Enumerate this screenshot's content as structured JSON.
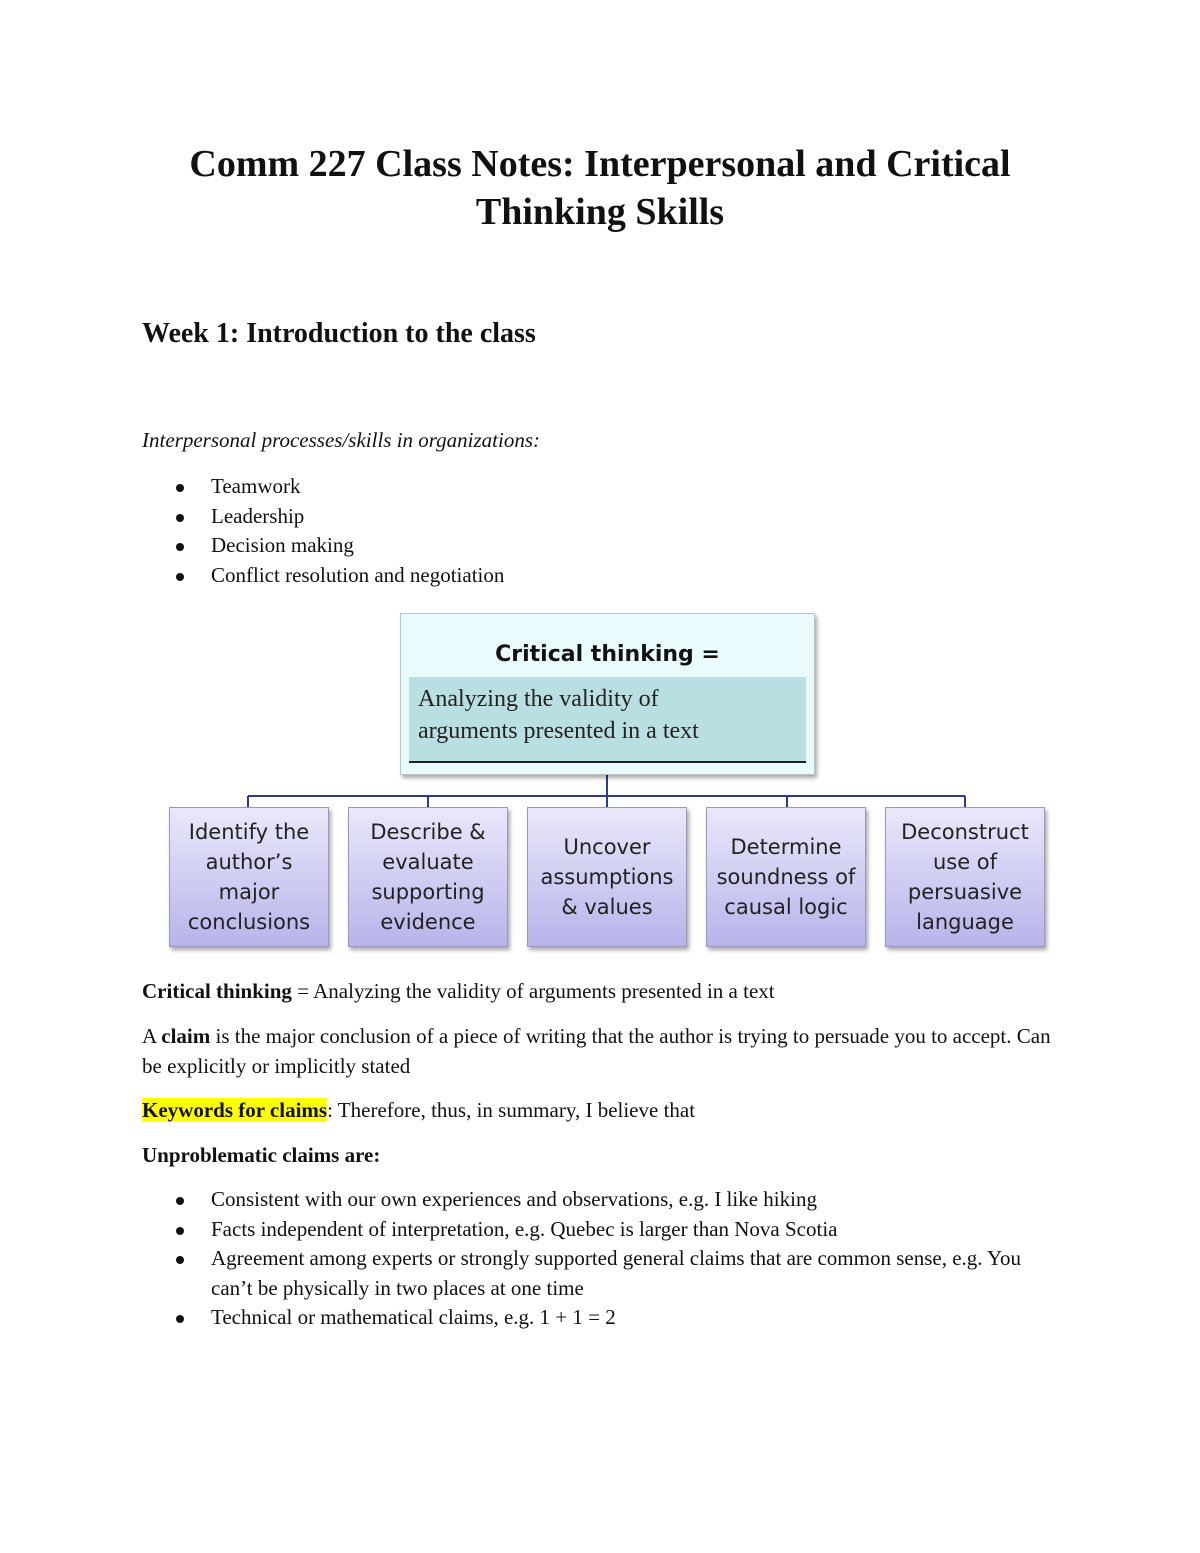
{
  "document": {
    "title_line1": "Comm 227 Class Notes: Interpersonal and Critical",
    "title_line2": "Thinking Skills",
    "week_heading": "Week 1: Introduction to the class",
    "intro_label": "Interpersonal processes/skills in organizations:",
    "skills_list": [
      "Teamwork",
      "Leadership",
      "Decision making",
      "Conflict resolution and negotiation"
    ]
  },
  "diagram": {
    "top_title": "Critical thinking =",
    "top_definition_line1": "Analyzing the validity of",
    "top_definition_line2": "arguments presented in a text",
    "line_color": "#2e3a8c",
    "children": [
      "Identify the author’s major conclusions",
      "Describe & evaluate supporting evidence",
      "Uncover assumptions & values",
      "Determine soundness of causal logic",
      "Deconstruct use of persuasive language"
    ]
  },
  "body": {
    "ct_bold": "Critical thinking",
    "ct_rest": " = Analyzing the validity of arguments presented in a text",
    "claim_a": "A ",
    "claim_bold": "claim",
    "claim_rest": " is the major conclusion of a piece of writing that the author is trying to persuade you to accept. Can be explicitly or implicitly stated",
    "keywords_label": "Keywords for claims",
    "keywords_rest": ": Therefore, thus, in summary, I believe that",
    "highlight_color": "#ffff00",
    "unproblematic_heading": "Unproblematic claims are:",
    "unproblematic_list": [
      "Consistent with our own experiences and observations, e.g. I like hiking",
      "Facts independent of interpretation, e.g. Quebec is larger than Nova Scotia",
      "Agreement among experts or strongly supported general claims that are common sense, e.g. You can’t be physically in two places at one time",
      "Technical or mathematical claims, e.g. 1 + 1 = 2"
    ]
  }
}
